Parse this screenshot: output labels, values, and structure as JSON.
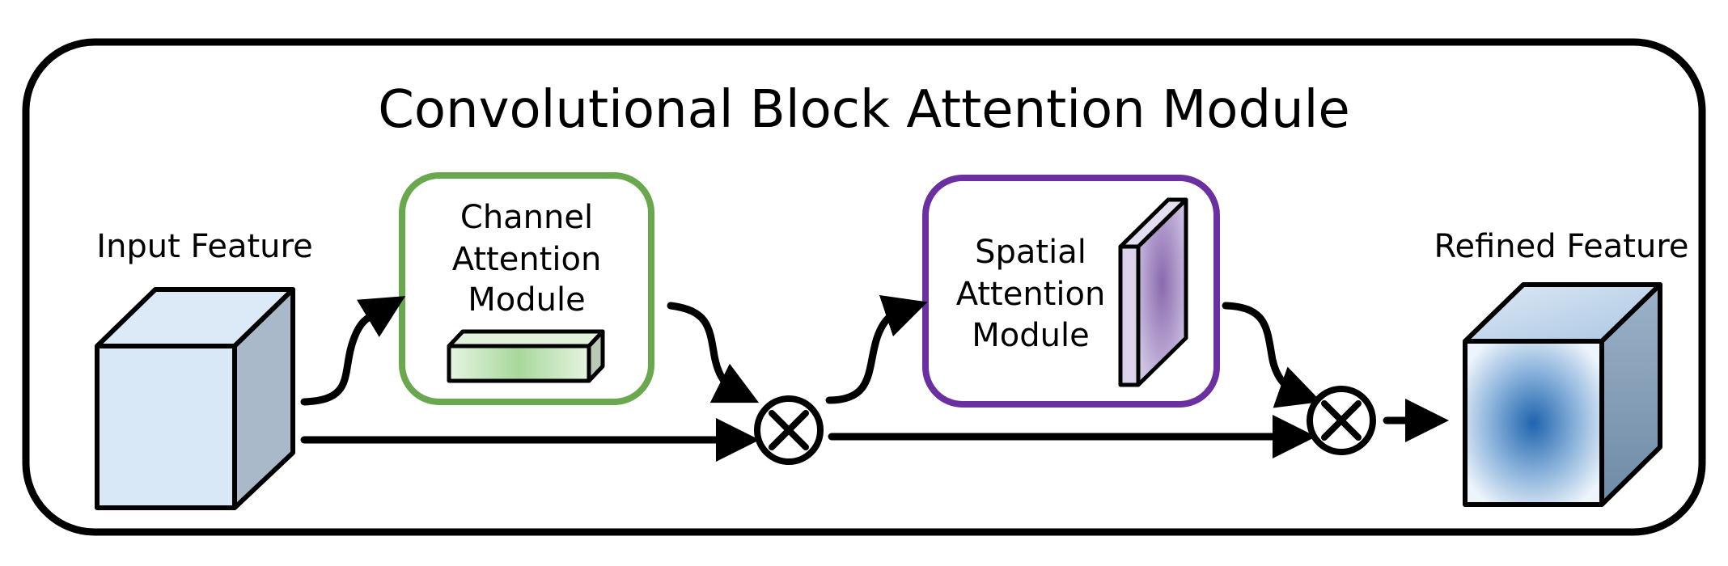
{
  "title": "Convolutional Block Attention Module",
  "input_feature": {
    "label": "Input Feature"
  },
  "channel_module": {
    "line1": "Channel",
    "line2": "Attention",
    "line3": "Module",
    "border_color": "#6aa84f"
  },
  "spatial_module": {
    "line1": "Spatial",
    "line2": "Attention",
    "line3": "Module",
    "border_color": "#6a2fa0"
  },
  "refined_feature": {
    "label": "Refined Feature"
  },
  "operators": [
    {
      "symbol": "⊗"
    },
    {
      "symbol": "⊗"
    }
  ],
  "colors": {
    "input_front": "#d9e8f7",
    "input_side": "#a9b9c9",
    "channel_bar": "#b8e0b0",
    "spatial_slab": "#b7a7cf",
    "refined_center": "#1f64ad"
  }
}
